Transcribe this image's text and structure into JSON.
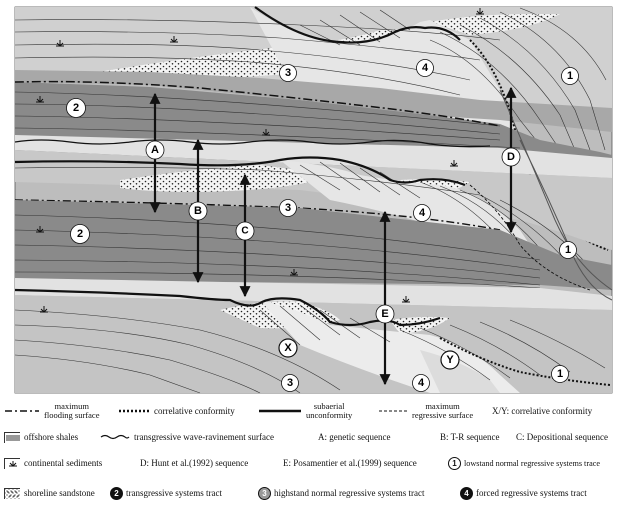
{
  "diagram": {
    "circle_labels": {
      "c1a": "1",
      "c1b": "1",
      "c1c": "1",
      "c2a": "2",
      "c2b": "2",
      "c3a": "3",
      "c3b": "3",
      "c3c": "3",
      "c4a": "4",
      "c4b": "4",
      "c4c": "4",
      "A": "A",
      "B": "B",
      "C": "C",
      "D": "D",
      "E": "E",
      "X": "X",
      "Y": "Y"
    }
  },
  "legend": {
    "mfs": [
      "maximum",
      "flooding surface"
    ],
    "cc": "correlative conformity",
    "su": [
      "subaerial",
      "unconformity"
    ],
    "mrs": [
      "maximum",
      "regressive surface"
    ],
    "xy": "X/Y: correlative conformity",
    "offshore": "offshore shales",
    "trs": "transgressive wave-ravinement surface",
    "a": "A: genetic sequence",
    "b": "B: T-R sequence",
    "c": "C: Depositional sequence",
    "continental": "continental sediments",
    "d": "D: Hunt et al.(1992) sequence",
    "e": "E: Posamentier et al.(1999) sequence",
    "n1": "1",
    "t1": "lowstand normal regressive systems trace",
    "shoreline": "shoreline sandstone",
    "n2": "2",
    "t2": "transgressive systems tract",
    "n3": "3",
    "t3": "highstand normal regressive systems tract",
    "n4": "4",
    "t4": "forced regressive systems tract"
  }
}
